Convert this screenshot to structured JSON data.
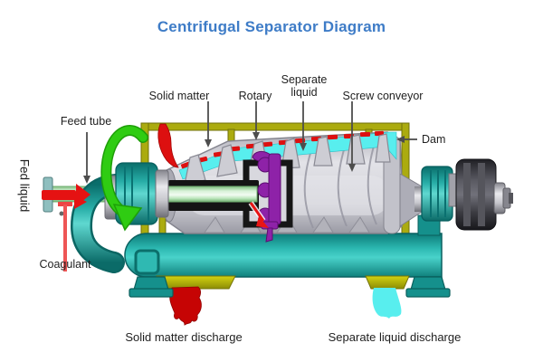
{
  "title": "Centrifugal Separator Diagram",
  "labels": {
    "solid_matter": "Solid matter",
    "rotary": "Rotary",
    "separate_liquid": {
      "line1": "Separate",
      "line2": "liquid"
    },
    "screw_conveyor": "Screw conveyor",
    "feed_tube": "Feed tube",
    "fed_liquid": "Fed liquid",
    "coagulant": "Coagulant",
    "dam": "Dam",
    "solid_matter_discharge": "Solid matter discharge",
    "separate_liquid_discharge": "Separate liquid discharge"
  },
  "colors": {
    "title_blue": "#3E7CC7",
    "machine_teal": "#1F9E9A",
    "bowl_gray": "#C9C9D1",
    "separated_liquid_cyan": "#58EEEE",
    "solids_red": "#D90707",
    "rotary_purple": "#8E22A8",
    "casing_olive": "#ABAB0F",
    "feed_tube_green": "#A6DDA6",
    "rotation_green": "#2FCC12",
    "label_text": "#1F1F1F"
  }
}
